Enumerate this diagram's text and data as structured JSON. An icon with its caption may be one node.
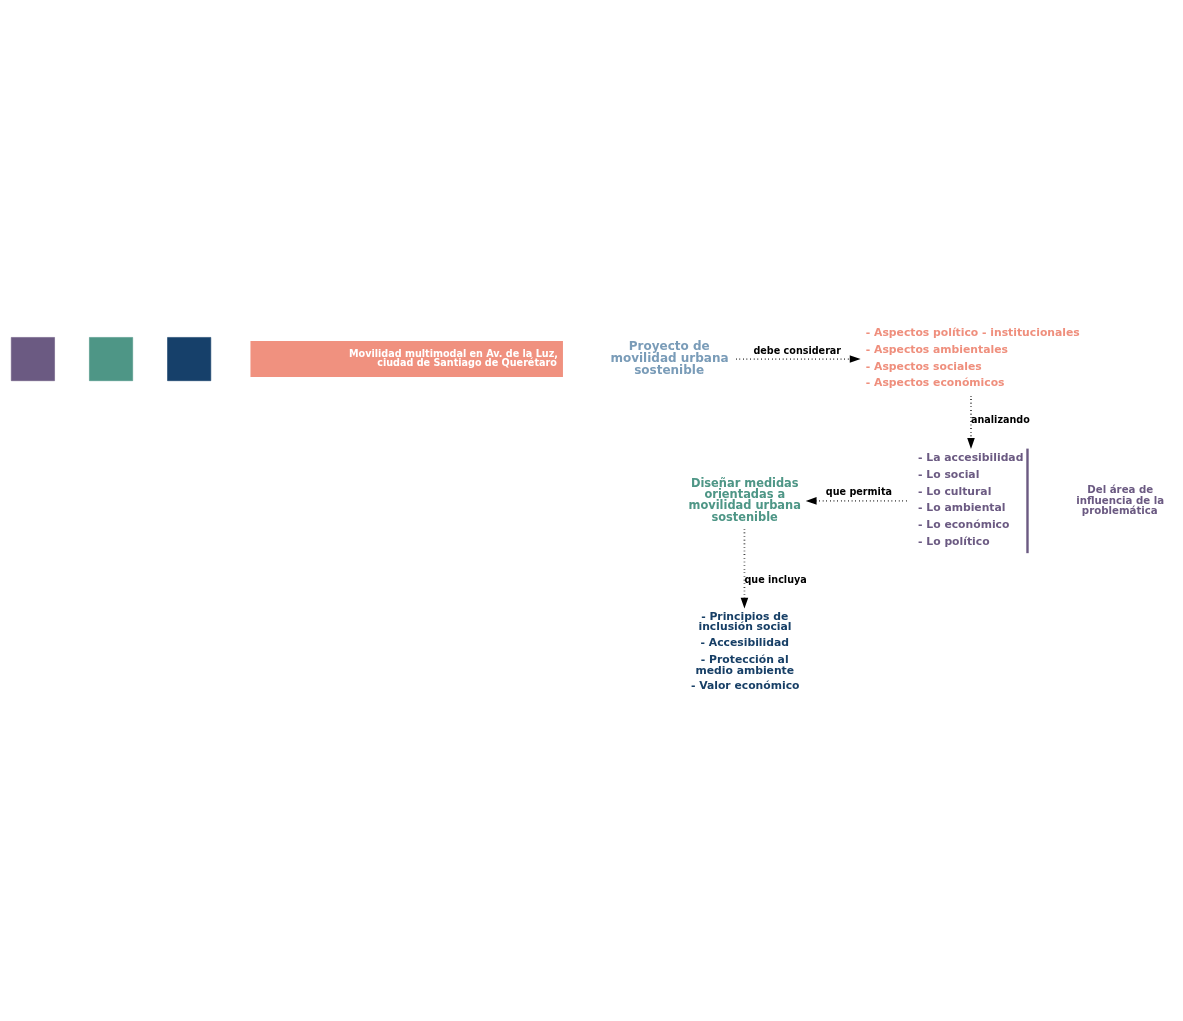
{
  "diagram": {
    "nodes": [
      {
        "text": [],
        "shape": "box"
      },
      {
        "text": [],
        "shape": "box"
      },
      {
        "text": [],
        "shape": "box"
      },
      {
        "text": [
          "Movilidad multimodal en Av. de la Luz, ciudad de Santiago de Querétaro"
        ]
      },
      {
        "text": [
          "Proyecto de movilidad urbana sostenible"
        ]
      },
      {
        "text": [
          "- Aspectos político - institucionales",
          "- Aspectos ambientales",
          "- Aspectos sociales",
          "- Aspectos económicos"
        ]
      },
      {
        "text": [
          "- La accesibilidad",
          "- Lo social",
          "- Lo cultural",
          "- Lo ambiental",
          "- Lo económico",
          "- Lo político"
        ]
      },
      {
        "text": [
          "Del área de influencia de la problemática"
        ]
      },
      {
        "text": [
          "Diseñar medidas orientadas a movilidad urbana sostenible"
        ]
      },
      {
        "text": [
          "- Principios de inclusión social",
          "- Accesibilidad",
          "- Protección al medio ambiente",
          "- Valor económico"
        ]
      }
    ],
    "edges": [
      {
        "from": 4,
        "to": 5,
        "arrow": "to",
        "label": "debe considerar"
      },
      {
        "from": 5,
        "to": 6,
        "arrow": "to",
        "label": "analizando"
      },
      {
        "from": 6,
        "to": 8,
        "arrow": "to",
        "label": "que permita"
      },
      {
        "from": 8,
        "to": 9,
        "arrow": "to",
        "label": "que incluya"
      }
    ]
  }
}
